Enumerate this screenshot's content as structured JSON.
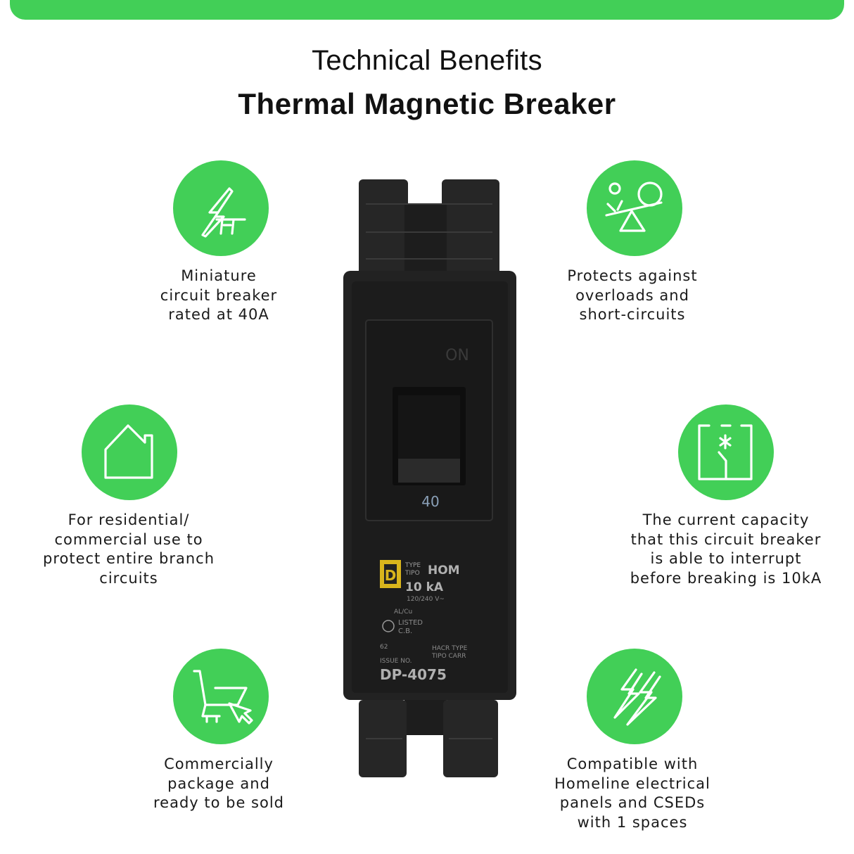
{
  "header": {
    "title": "Technical Benefits",
    "subtitle": "Thermal Magnetic Breaker"
  },
  "accent_color": "#42cf57",
  "benefits": [
    {
      "icon": "lightning-pole-icon",
      "lines": [
        "Miniature",
        "circuit breaker",
        "rated at 40A"
      ]
    },
    {
      "icon": "seesaw-overload-icon",
      "lines": [
        "Protects against",
        "overloads and",
        "short-circuits"
      ]
    },
    {
      "icon": "house-icon",
      "lines": [
        "For residential/",
        "commercial use to",
        "protect entire branch",
        "circuits"
      ]
    },
    {
      "icon": "breaker-switch-icon",
      "lines": [
        "The current capacity",
        "that this circuit breaker",
        "is able to interrupt",
        "before breaking is 10kA"
      ]
    },
    {
      "icon": "shopping-cart-icon",
      "lines": [
        "Commercially",
        "package and",
        "ready to be sold"
      ]
    },
    {
      "icon": "double-lightning-icon",
      "lines": [
        "Compatible with",
        "Homeline electrical",
        "panels and CSEDs",
        "with 1 spaces"
      ]
    }
  ],
  "breaker": {
    "rating": "40",
    "brand_letter": "D",
    "type_label": "TYPE",
    "tipo_label": "TIPO",
    "model": "HOM",
    "kA": "10 kA",
    "voltage": "120/240 V~",
    "conductor": "AL/Cu",
    "listed": "LISTED",
    "cb": "C.B.",
    "code": "62",
    "hacr1": "HACR TYPE",
    "hacr2": "TIPO CARR",
    "issue": "ISSUE NO.",
    "part_no": "DP-4075",
    "on_label": "ON"
  }
}
